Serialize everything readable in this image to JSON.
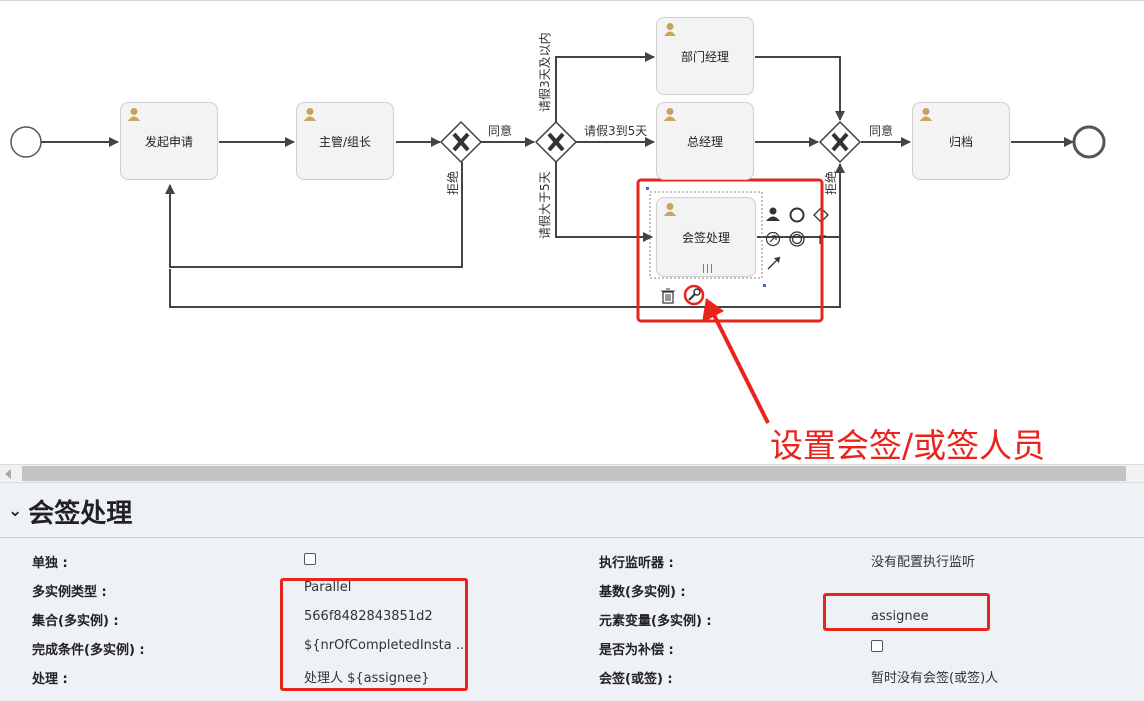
{
  "diagram": {
    "tasks": {
      "start_request": "发起申请",
      "supervisor": "主管/组长",
      "dept_manager": "部门经理",
      "general_manager": "总经理",
      "countersign": "会签处理",
      "archive": "归档"
    },
    "flows": {
      "agree_1": "同意",
      "reject_1": "拒绝",
      "within_3_days": "请假3天及以内",
      "days_3_to_5": "请假3到5天",
      "over_5_days": "请假大于5天",
      "agree_2": "同意",
      "reject_2": "拒绝"
    }
  },
  "annotation": {
    "text": "设置会签/或签人员"
  },
  "properties": {
    "title": "会签处理",
    "fields": {
      "exclusive_label": "单独 :",
      "multi_instance_type_label": "多实例类型 :",
      "multi_instance_type_value": "Parallel",
      "collection_label": "集合(多实例) :",
      "collection_value": "566f8482843851d2",
      "completion_condition_label": "完成条件(多实例) :",
      "completion_condition_value": "${nrOfCompletedInsta ...",
      "handler_label": "处理 :",
      "handler_value": "处理人 ${assignee}",
      "exec_listener_label": "执行监听器 :",
      "exec_listener_value": "没有配置执行监听",
      "cardinality_label": "基数(多实例) :",
      "element_variable_label": "元素变量(多实例) :",
      "element_variable_value": "assignee",
      "is_compensation_label": "是否为补偿 :",
      "countersign_label": "会签(或签) :",
      "countersign_value": "暂时没有会签(或签)人"
    }
  },
  "colors": {
    "annotation_red": "#e8241c",
    "user_icon": "#c8a55a",
    "panel_bg": "#eef1f6"
  }
}
